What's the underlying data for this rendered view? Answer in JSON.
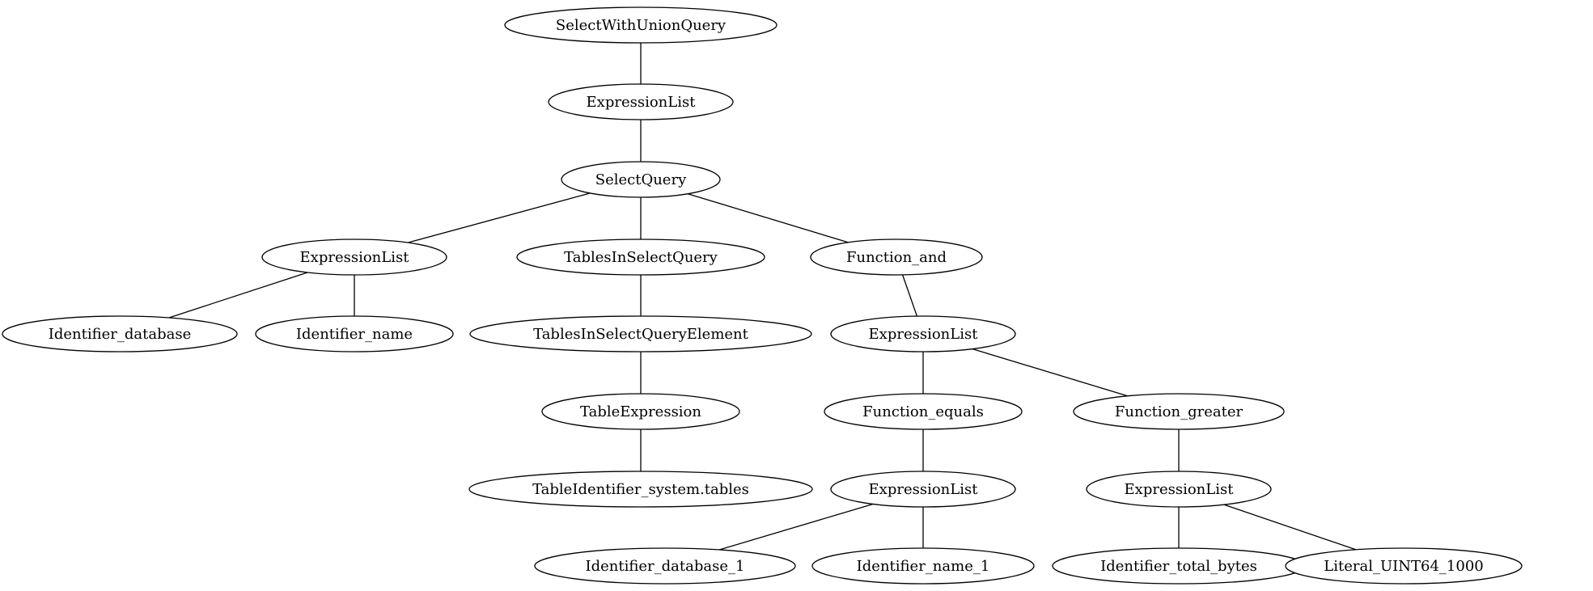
{
  "diagram": {
    "type": "tree",
    "nodes": [
      {
        "id": "n0",
        "label": "SelectWithUnionQuery"
      },
      {
        "id": "n1",
        "label": "ExpressionList"
      },
      {
        "id": "n2",
        "label": "SelectQuery"
      },
      {
        "id": "n3",
        "label": "ExpressionList"
      },
      {
        "id": "n4",
        "label": "TablesInSelectQuery"
      },
      {
        "id": "n5",
        "label": "Function_and"
      },
      {
        "id": "n6",
        "label": "Identifier_database"
      },
      {
        "id": "n7",
        "label": "Identifier_name"
      },
      {
        "id": "n8",
        "label": "TablesInSelectQueryElement"
      },
      {
        "id": "n9",
        "label": "ExpressionList"
      },
      {
        "id": "n10",
        "label": "TableExpression"
      },
      {
        "id": "n11",
        "label": "Function_equals"
      },
      {
        "id": "n12",
        "label": "Function_greater"
      },
      {
        "id": "n13",
        "label": "TableIdentifier_system.tables"
      },
      {
        "id": "n14",
        "label": "ExpressionList"
      },
      {
        "id": "n15",
        "label": "ExpressionList"
      },
      {
        "id": "n16",
        "label": "Identifier_database_1"
      },
      {
        "id": "n17",
        "label": "Identifier_name_1"
      },
      {
        "id": "n18",
        "label": "Identifier_total_bytes"
      },
      {
        "id": "n19",
        "label": "Literal_UINT64_1000"
      }
    ],
    "edges": [
      [
        "n0",
        "n1"
      ],
      [
        "n1",
        "n2"
      ],
      [
        "n2",
        "n3"
      ],
      [
        "n2",
        "n4"
      ],
      [
        "n2",
        "n5"
      ],
      [
        "n3",
        "n6"
      ],
      [
        "n3",
        "n7"
      ],
      [
        "n4",
        "n8"
      ],
      [
        "n8",
        "n10"
      ],
      [
        "n10",
        "n13"
      ],
      [
        "n5",
        "n9"
      ],
      [
        "n9",
        "n11"
      ],
      [
        "n9",
        "n12"
      ],
      [
        "n11",
        "n14"
      ],
      [
        "n12",
        "n15"
      ],
      [
        "n14",
        "n16"
      ],
      [
        "n14",
        "n17"
      ],
      [
        "n15",
        "n18"
      ],
      [
        "n15",
        "n19"
      ]
    ]
  }
}
